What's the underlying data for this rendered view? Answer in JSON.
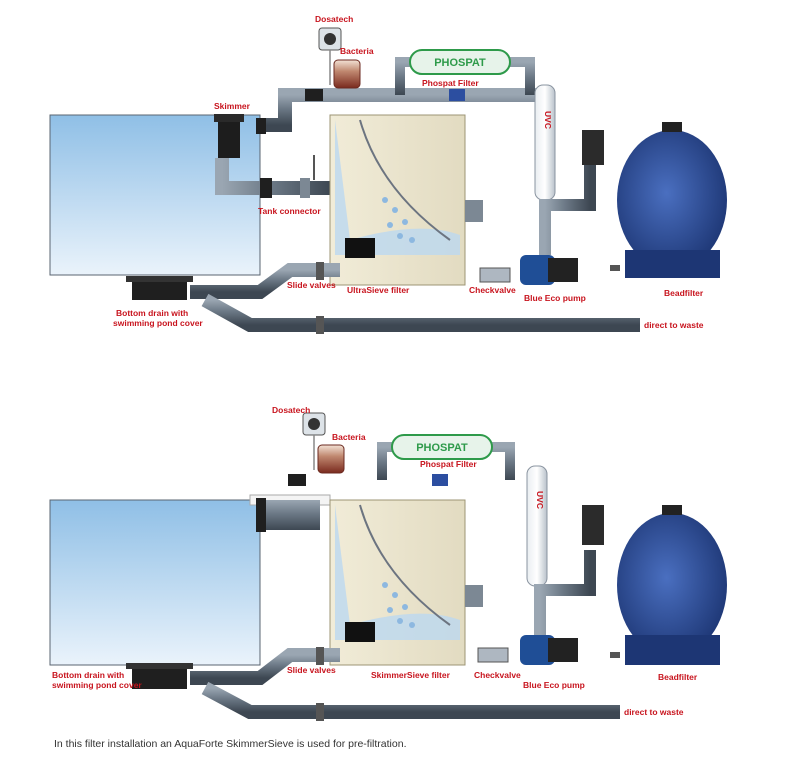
{
  "diagrams": [
    {
      "labels": {
        "dosatech": "Dosatech",
        "bacteria": "Bacteria",
        "phospat_filter": "Phospat Filter",
        "skimmer": "Skimmer",
        "tank_connector": "Tank connector",
        "bottom_drain_1": "Bottom drain with",
        "bottom_drain_2": "swimming pond cover",
        "slide_valves": "Slide valves",
        "sieve_filter": "UltraSieve filter",
        "checkvalve": "Checkvalve",
        "pump": "Blue Eco pump",
        "beadfilter": "Beadfilter",
        "waste": "direct to waste"
      },
      "uvc": "UVC",
      "phospat_logo": "PHOSPAT"
    },
    {
      "labels": {
        "dosatech": "Dosatech",
        "bacteria": "Bacteria",
        "phospat_filter": "Phospat Filter",
        "bottom_drain_1": "Bottom drain with",
        "bottom_drain_2": "swimming pond cover",
        "slide_valves": "Slide valves",
        "sieve_filter": "SkimmerSieve filter",
        "checkvalve": "Checkvalve",
        "pump": "Blue Eco pump",
        "beadfilter": "Beadfilter",
        "waste": "direct to waste"
      },
      "uvc": "UVC",
      "phospat_logo": "PHOSPAT"
    }
  ],
  "caption": "In this filter installation an AquaForte SkimmerSieve is used for pre-filtration.",
  "colors": {
    "label_red": "#c8141e",
    "pipe": "#5f6b78",
    "water": "#cfe3f5",
    "beadfilter": "#2c4ea0",
    "pump": "#1f4e96",
    "phospat_green": "#2e9a4a"
  }
}
